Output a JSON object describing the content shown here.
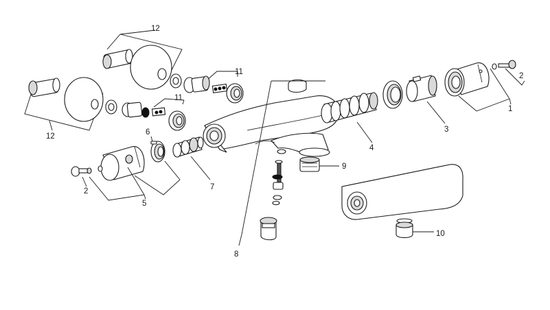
{
  "callouts": {
    "c1": "1",
    "c2_right": "2",
    "c2_left": "2",
    "c3": "3",
    "c4": "4",
    "c5": "5",
    "c6": "6",
    "c7": "7",
    "c8": "8",
    "c9": "9",
    "c10": "10",
    "c11_top": "11",
    "c11_mid": "11",
    "c12_top": "12",
    "c12_left": "12"
  },
  "colors": {
    "line": "#1a1a1a",
    "fill": "#ffffff",
    "shade": "#d9d9d9"
  }
}
